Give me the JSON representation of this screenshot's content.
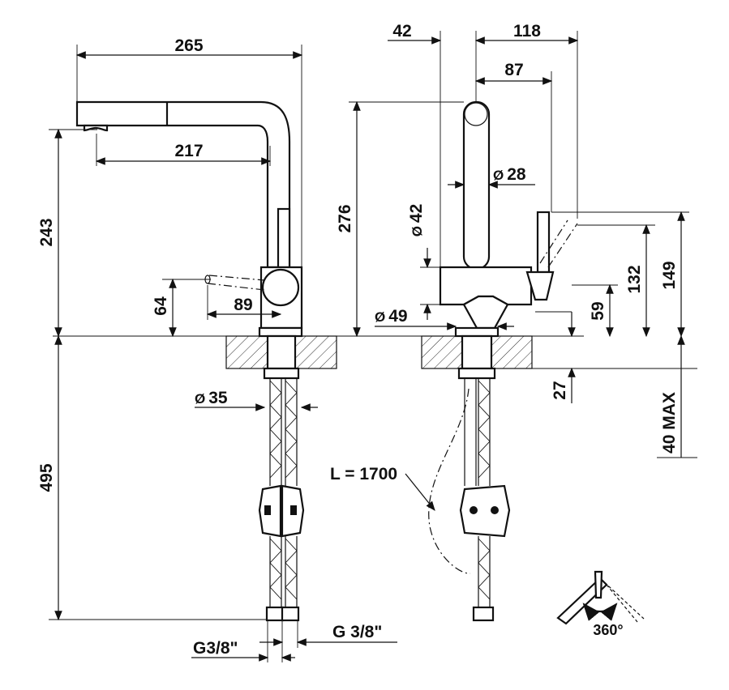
{
  "dimensions": {
    "left_width": "265",
    "spout_reach": "217",
    "spout_height": "243",
    "lever_height": "64",
    "lever_reach": "89",
    "hole_diameter": "35",
    "hose_length": "495",
    "connection_left": "G3/8\"",
    "connection_right": "G 3/8\"",
    "top_offset": "42",
    "top_width": "118",
    "top_reach": "87",
    "total_height": "276",
    "spout_diameter": "28",
    "body_diameter": "42",
    "base_diameter": "49",
    "lever_top": "132",
    "lever_max": "149",
    "lever_base": "59",
    "mount_depth": "27",
    "counter_thickness": "40 MAX",
    "pullout_length": "L = 1700",
    "rotation": "360°"
  },
  "symbols": {
    "diameter": "Ø"
  }
}
